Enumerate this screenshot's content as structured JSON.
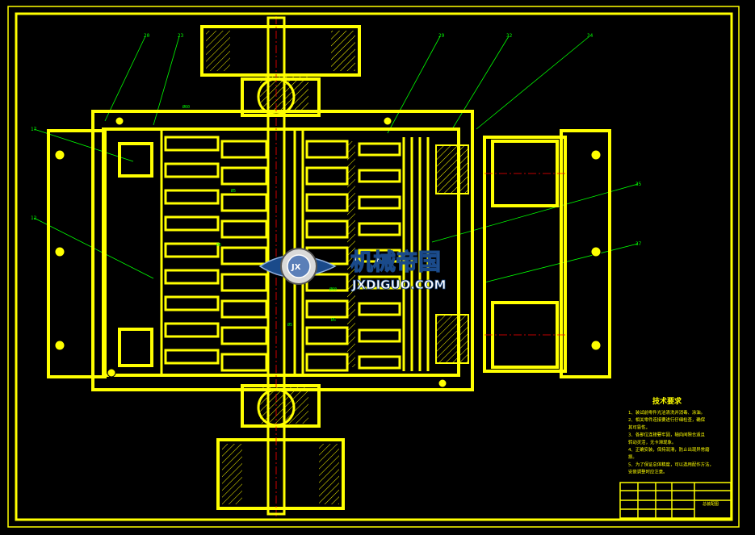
{
  "colors": {
    "background": "#000000",
    "frame": "#ffff00",
    "leader": "#00ff00",
    "centerline": "#ff0000",
    "watermark_text": "#ffffff",
    "watermark_stroke": "#1a4a8a"
  },
  "callouts": [
    "20",
    "23",
    "29",
    "32",
    "34",
    "17",
    "12",
    "35",
    "37"
  ],
  "section_labels": [
    "Ø60",
    "Ø5",
    "Ø5",
    "Ø60",
    "Ø5",
    "Ø5"
  ],
  "requirements": {
    "title": "技术要求",
    "items": [
      "1、装试前零件光洁清洗并消毒、涂油。",
      "2、相关零件连接要进行仔细检查，确保",
      "   其可靠性。",
      "3、各部位连接要牢固，轴向间隙合适且",
      "   转动灵活，无卡滞现象。",
      "4、正确安装，保持润滑，防止出现异常磨",
      "   损。",
      "5、为了保证总体精度，可以选用配作方法，",
      "   安装调整时应注意。"
    ]
  },
  "title_block": {
    "drawing_name": "总装配图",
    "cells": [
      "",
      "",
      "",
      "",
      ""
    ]
  },
  "watermark": {
    "cn": "机械帝国",
    "en": "JXDIGUO.COM",
    "badge": "JX"
  }
}
